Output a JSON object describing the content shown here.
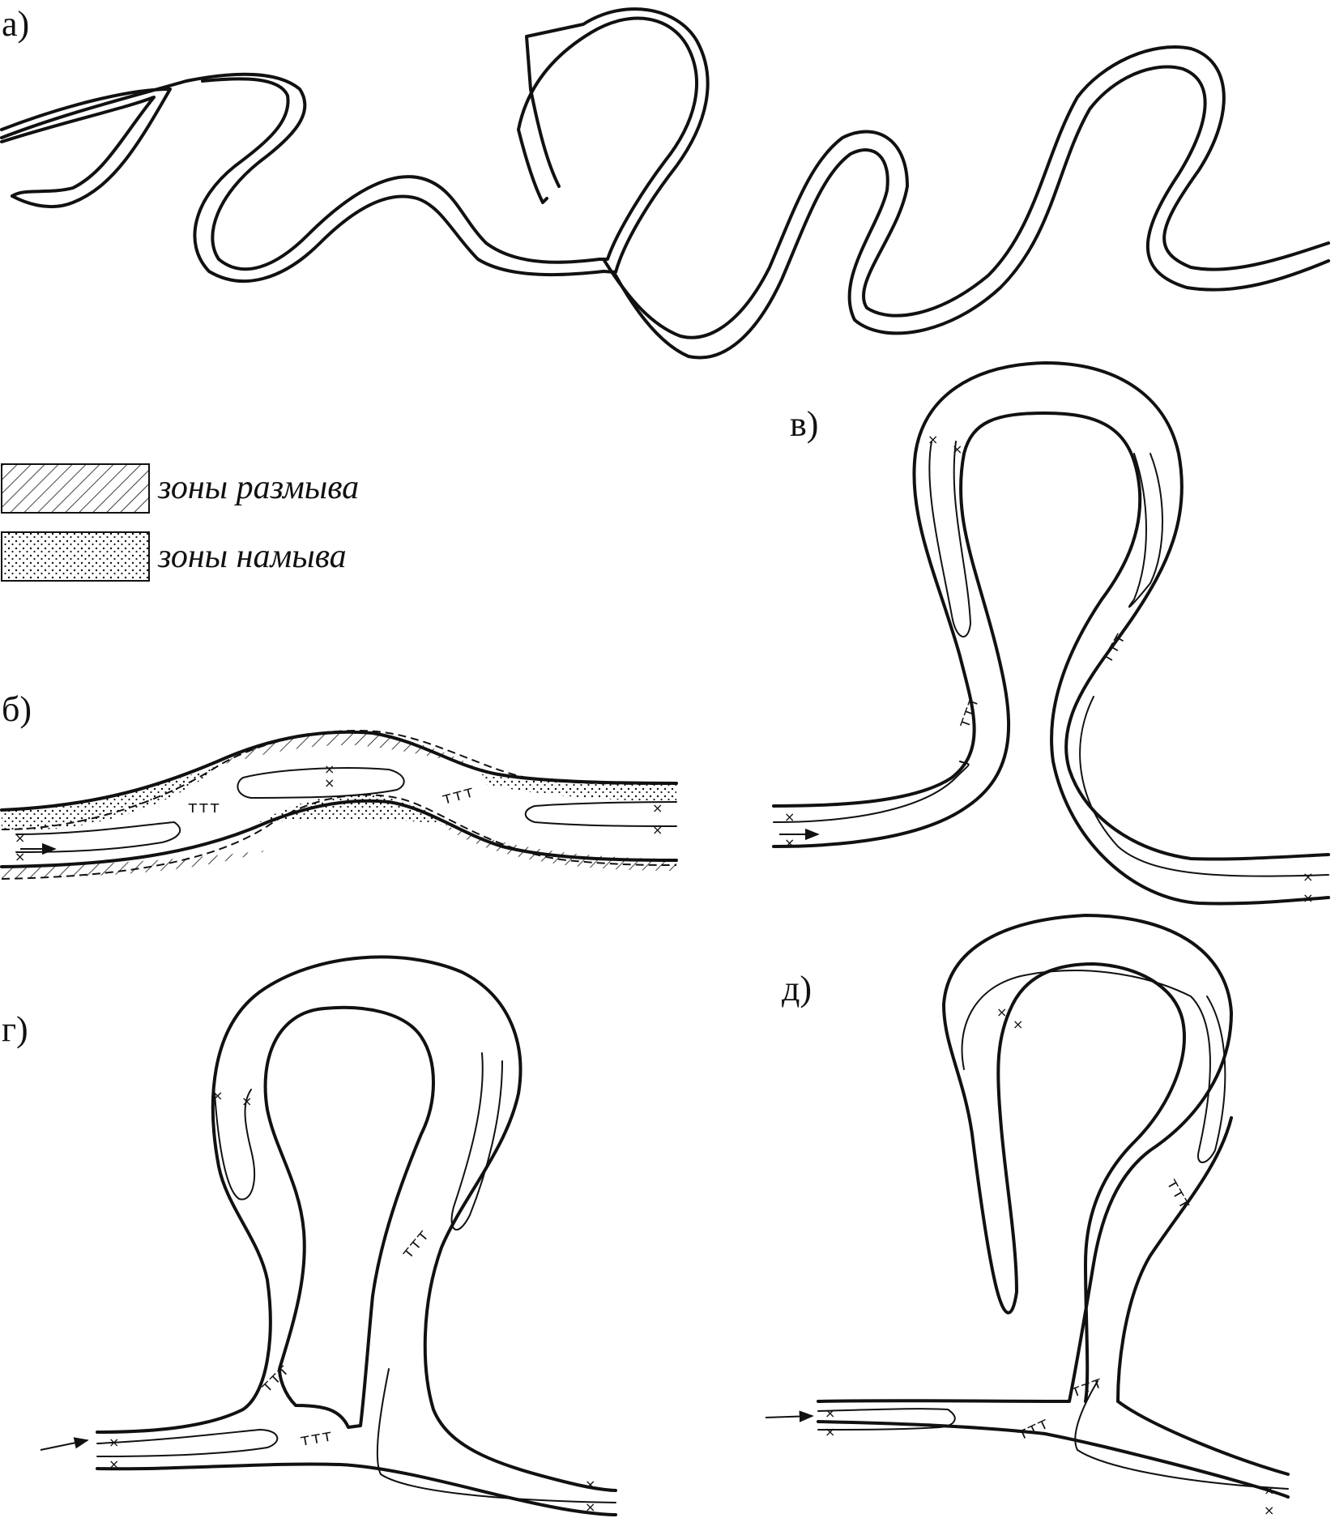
{
  "panels": {
    "a": "а)",
    "b": "б)",
    "v": "в)",
    "g": "г)",
    "d": "д)"
  },
  "legend": {
    "erosion": "зоны размыва",
    "deposition": "зоны намыва"
  },
  "colors": {
    "ink": "#111111",
    "background": "#ffffff"
  },
  "symbols": {
    "pool_marker": "×",
    "riffle_marker": "ттт",
    "flow_arrow": "arrow-right-icon"
  }
}
